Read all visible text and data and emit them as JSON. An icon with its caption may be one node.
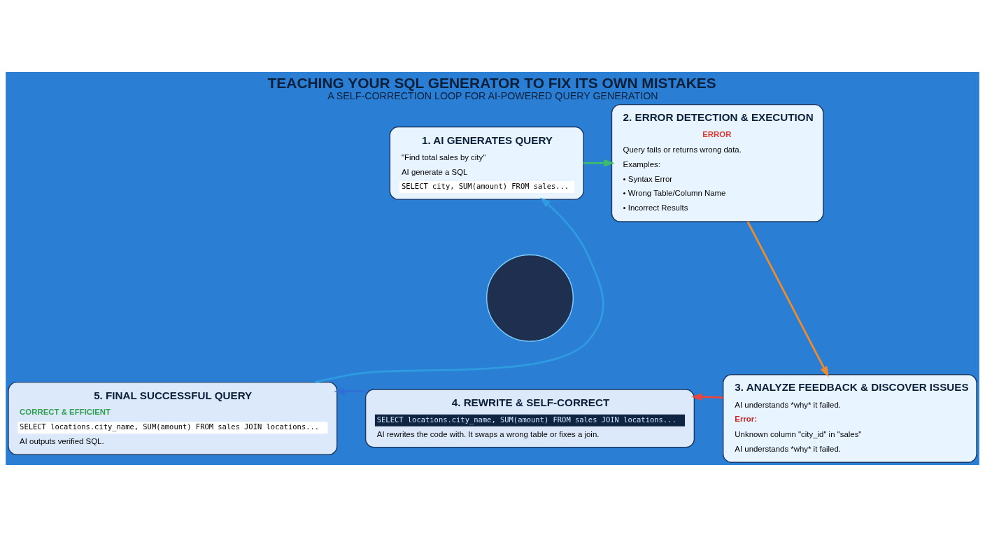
{
  "diagram": {
    "title": "TEACHING YOUR SQL GENERATOR TO FIX ITS OWN MISTAKES",
    "caption": "A SELF-CORRECTION LOOP FOR AI-POWERED QUERY GENERATION",
    "nodes": [
      {
        "text": [
          "1. AI GENERATES QUERY",
          "\"Find total sales by city\"",
          "AI generate a SQL",
          "SELECT city, SUM(amount) FROM sales..."
        ]
      },
      {
        "text": [
          "2. ERROR DETECTION & EXECUTION",
          "ERROR",
          "Query fails or returns wrong data.",
          "Examples:",
          "• Syntax Error",
          "• Wrong Table/Column Name",
          "• Incorrect Results"
        ]
      },
      {
        "text": [
          "3. ANALYZE FEEDBACK & DISCOVER ISSUES",
          "AI understands *why* it failed.",
          "Error:",
          "Unknown column \"city_id\" in \"sales\"",
          "AI understands *why* it failed."
        ]
      },
      {
        "text": [
          "4. REWRITE & SELF-CORRECT",
          "SELECT locations.city_name, SUM(amount) FROM sales JOIN locations...",
          "AI rewrites the code with. It swaps a wrong table or fixes a join."
        ]
      },
      {
        "text": [
          "5. FINAL SUCCESSFUL QUERY",
          "CORRECT & EFFICIENT",
          "SELECT locations.city_name, SUM(amount) FROM sales JOIN locations...",
          "AI outputs verified SQL."
        ]
      },
      {
        "text": [],
        "shape": "circle"
      }
    ],
    "edges": [
      {
        "from": 0,
        "to": 1,
        "arrow": "to",
        "color": "#3dbb6c"
      },
      {
        "from": 1,
        "to": 2,
        "arrow": "to",
        "color": "#f08a2a"
      },
      {
        "from": 2,
        "to": 3,
        "arrow": "to",
        "color": "#e8453c"
      },
      {
        "from": 3,
        "to": 4,
        "arrow": "to",
        "color": "#2f6fd6"
      },
      {
        "from": 4,
        "to": 0,
        "arrow": "to",
        "color": "#2f9be0"
      }
    ]
  }
}
